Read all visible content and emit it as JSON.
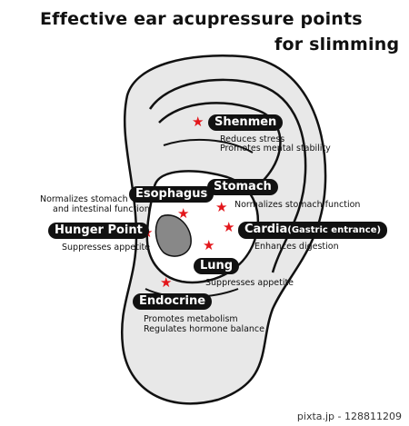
{
  "title": {
    "line1": "Effective ear acupressure points",
    "line2": "for slimming"
  },
  "points": {
    "shenmen": {
      "label": "Shenmen",
      "desc1": "Reduces stress",
      "desc2": "Promotes mental stability"
    },
    "stomach": {
      "label": "Stomach",
      "desc1": "Normalizes stomach function"
    },
    "esophagus": {
      "label": "Esophagus",
      "desc1": "Normalizes stomach",
      "desc2": "and intestinal function"
    },
    "hunger": {
      "label": "Hunger Point",
      "desc1": "Suppresses appetite"
    },
    "cardia": {
      "label": "Cardia",
      "sub": "(Gastric entrance)",
      "desc1": "Enhances digestion"
    },
    "lung": {
      "label": "Lung",
      "desc1": "Suppresses appetite"
    },
    "endocrine": {
      "label": "Endocrine",
      "desc1": "Promotes metabolism",
      "desc2": "Regulates hormone balance"
    }
  },
  "star_glyph": "★",
  "credit": "pixta.jp - 128811209",
  "colors": {
    "star": "#e3161b",
    "ear_fill": "#e8e8e8",
    "ear_stroke": "#111111"
  }
}
